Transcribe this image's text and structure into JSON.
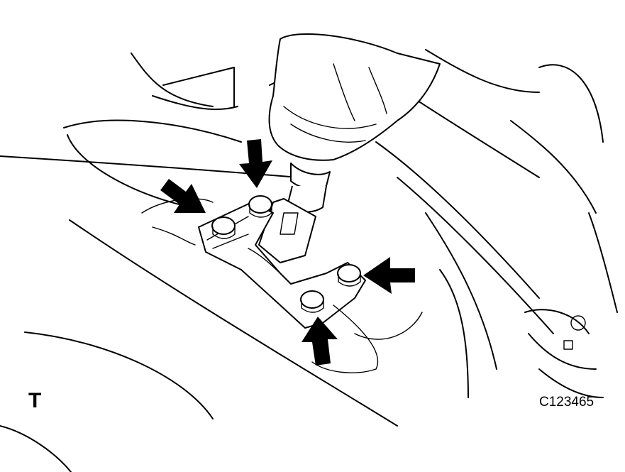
{
  "labels": {
    "view_code": "T",
    "figure_id": "C123465"
  },
  "callouts": {
    "count": 4,
    "color": "#000000",
    "meaning": "bolts"
  }
}
